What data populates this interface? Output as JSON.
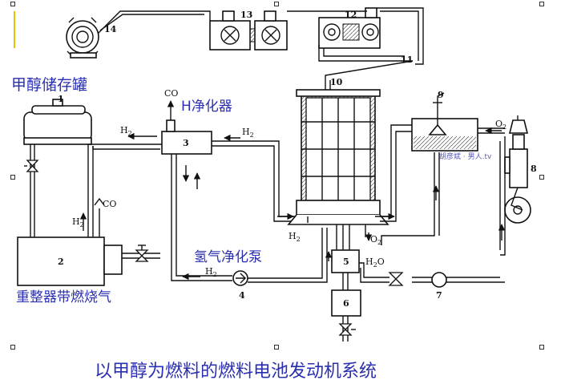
{
  "labels": {
    "methanol_tank": "甲醇储存罐",
    "h_purifier": "H净化器",
    "h2_pump": "氢气净化泵",
    "reformer": "重整器带燃烧气",
    "caption": "以甲醇为燃料的燃料电池发动机系统",
    "watermark": "胡彦斌 · 男人.tv"
  },
  "chem": {
    "h2": "H",
    "h2_sub": "2",
    "o2": "O",
    "o2_sub": "2",
    "co": "CO",
    "h2o": "H",
    "h2o_sub": "2",
    "h2o_end": "O"
  },
  "components": [
    "1",
    "2",
    "3",
    "4",
    "5",
    "6",
    "7",
    "8",
    "9",
    "10",
    "11",
    "12",
    "13",
    "14"
  ],
  "colors": {
    "label_blue": "#2a2fb0",
    "line": "#111111",
    "accent_yellow": "#e8c400"
  }
}
